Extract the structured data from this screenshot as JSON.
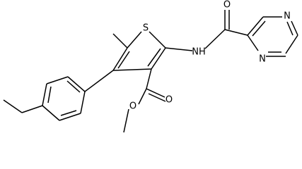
{
  "molecule": {
    "atoms": {
      "sulfur": "S",
      "amide_n": "NH",
      "amide_o": "O",
      "ester_o_carbonyl": "O",
      "ester_o_single": "O",
      "pyrazine_n1": "N",
      "pyrazine_n4": "N"
    }
  }
}
